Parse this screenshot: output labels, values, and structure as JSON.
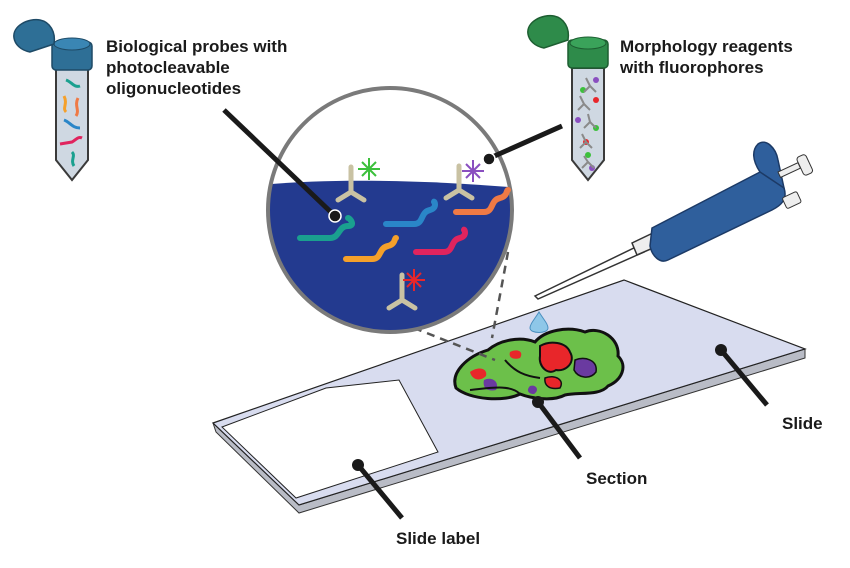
{
  "diagram": {
    "labels": {
      "probes": "Biological probes with\nphotocleavable\noligonucleotides",
      "morphology": "Morphology reagents\nwith fluorophores",
      "slide": "Slide",
      "section": "Section",
      "slide_label": "Slide label"
    },
    "colors": {
      "probe_tube_cap": "#2e6f96",
      "reagent_tube_cap": "#2e8b4a",
      "tube_body": "#cfd8e2",
      "magnifier_fluid": "#233a8f",
      "pipette": "#2f5f9c",
      "slide_surface": "#d8dcef",
      "slide_label_area": "#ffffff",
      "tissue_green": "#6cc04a",
      "tissue_red": "#e8262a",
      "tissue_purple": "#6a3aa0",
      "antibody": "#c9c2a3",
      "probe_teal": "#1aa08f",
      "probe_blue": "#2a86c8",
      "probe_orange": "#f5a02a",
      "probe_coral": "#ef7a45",
      "probe_magenta": "#e0245e",
      "fluor_green": "#3cc03c",
      "fluor_purple": "#8a4fc0",
      "fluor_red": "#e8262a"
    }
  }
}
